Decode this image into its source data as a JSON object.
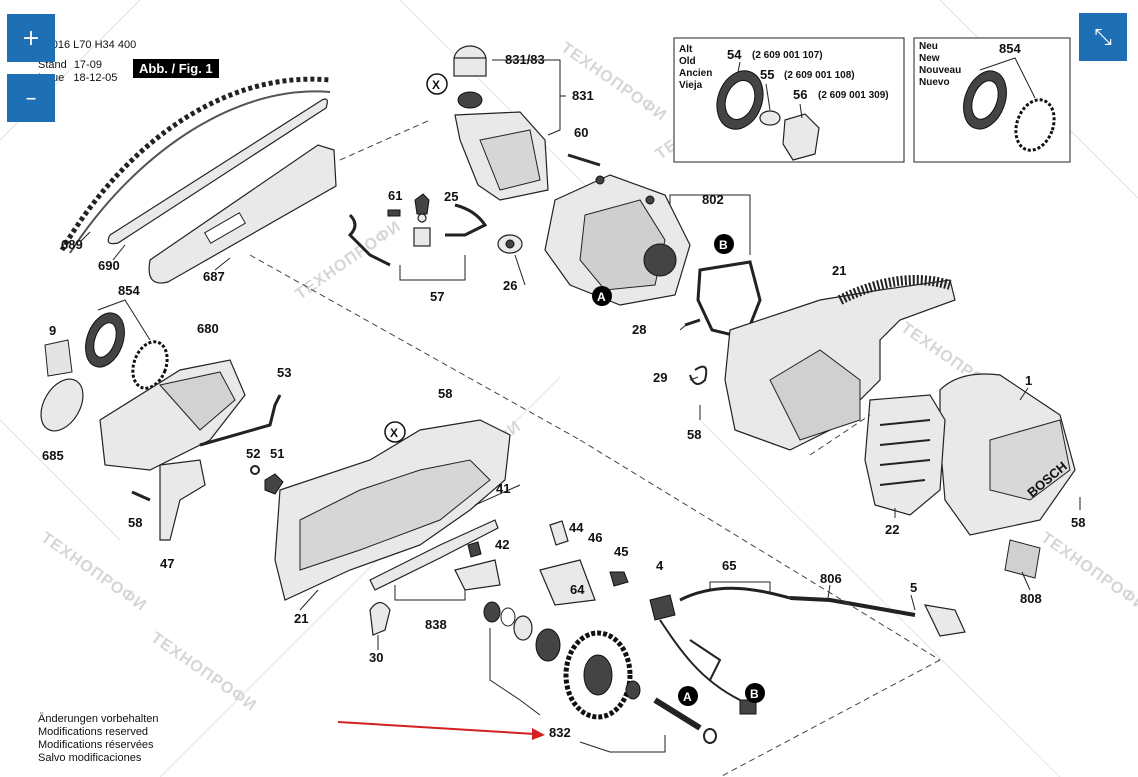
{
  "zoom": {
    "zoom_in_label": "+",
    "zoom_out_label": "–",
    "fit_label": "⤡"
  },
  "header": {
    "doc_number": "F 016 L70 H34 400",
    "stand_label": "Stand",
    "stand_value": "17-09",
    "issue_label": "Issue",
    "issue_value": "18-12-05",
    "figure_label": "Abb. / Fig. 1"
  },
  "inset_old": {
    "languages": [
      "Alt",
      "Old",
      "Ancien",
      "Vieja"
    ],
    "parts": [
      {
        "number": "54",
        "code": "(2 609 001 107)"
      },
      {
        "number": "55",
        "code": "(2 609 001 108)"
      },
      {
        "number": "56",
        "code": "(2 609 001 309)"
      }
    ]
  },
  "inset_new": {
    "languages": [
      "Neu",
      "New",
      "Nouveau",
      "Nuevo"
    ],
    "part_number": "854"
  },
  "part_labels": {
    "p831_83": "831/83",
    "p831": "831",
    "p60": "60",
    "p802": "802",
    "p61": "61",
    "p25": "25",
    "p26": "26",
    "p57": "57",
    "p689": "689",
    "p690": "690",
    "p687": "687",
    "p854": "854",
    "p9": "9",
    "p680": "680",
    "p53": "53",
    "p685": "685",
    "p58a": "58",
    "p58b": "58",
    "p58c": "58",
    "p58d": "58",
    "p47": "47",
    "p52": "52",
    "p51": "51",
    "p21a": "21",
    "p21b": "21",
    "p28": "28",
    "p29": "29",
    "p1": "1",
    "p22": "22",
    "p41": "41",
    "p44": "44",
    "p46": "46",
    "p45": "45",
    "p42": "42",
    "p64": "64",
    "p4": "4",
    "p65": "65",
    "p806": "806",
    "p5": "5",
    "p808": "808",
    "p838": "838",
    "p30": "30",
    "p832": "832"
  },
  "markers": {
    "x1": "X",
    "x2": "X",
    "a1": "A",
    "a2": "A",
    "b1": "B",
    "b2": "B"
  },
  "brand_text": "BOSCH",
  "watermark": "ТЕХНОПРОФИ",
  "footer": {
    "lines": [
      "Änderungen vorbehalten",
      "Modifications reserved",
      "Modifications réservées",
      "Salvo modificaciones"
    ]
  },
  "colors": {
    "accent": "#1e6fb3",
    "arrow": "#d42020"
  }
}
